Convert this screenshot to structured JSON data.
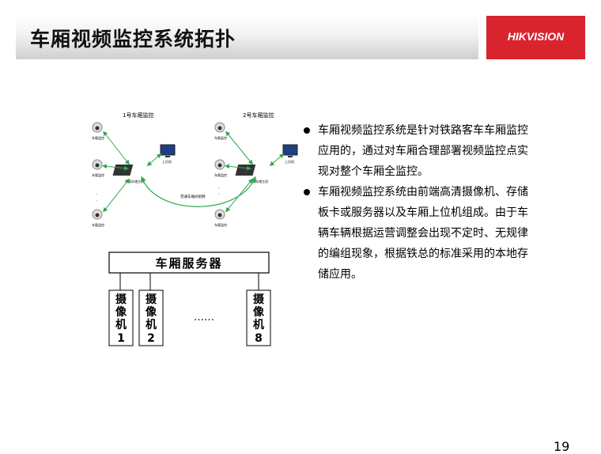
{
  "title": "车厢视频监控系统拓扑",
  "logo": "HIKVISION",
  "diagram": {
    "car1_label": "1号车厢监控",
    "car2_label": "2号车厢监控",
    "camera_label": "车载监控",
    "storage_label": "车载存储主机",
    "pc_label": "上位机",
    "network_label": "贯通车厢间组网",
    "server_label": "车厢服务器",
    "ellipsis": "……",
    "camera1_text": [
      "摄",
      "像",
      "机",
      "1"
    ],
    "camera2_text": [
      "摄",
      "像",
      "机",
      "2"
    ],
    "camera8_text": [
      "摄",
      "像",
      "机",
      "8"
    ]
  },
  "bullets": [
    "车厢视频监控系统是针对铁路客车车厢监控应用的，通过对车厢合理部署视频监控点实现对整个车厢全监控。",
    "车厢视频监控系统由前端高清摄像机、存储板卡或服务器以及车厢上位机组成。由于车辆车辆根据运营调整会出现不定时、无规律的编组现象，根据铁总的标准采用的本地存储应用。"
  ],
  "page_number": "19",
  "colors": {
    "brand_red": "#d9232e",
    "arrow_green": "#2fa84f"
  }
}
